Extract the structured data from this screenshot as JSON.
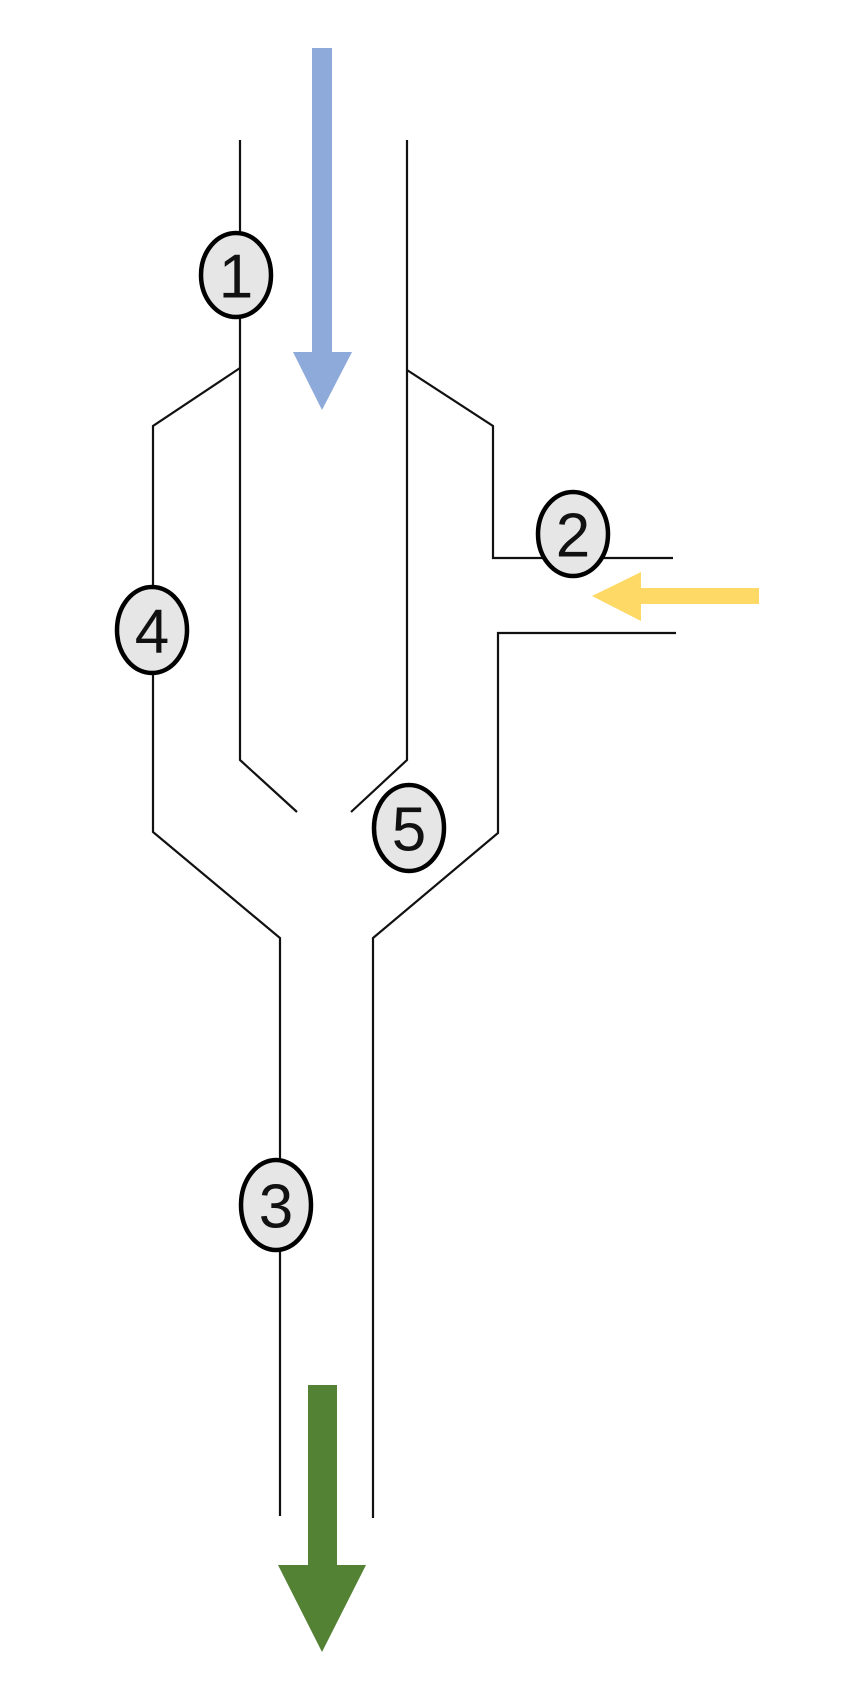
{
  "diagram": {
    "markers": [
      {
        "id": "1",
        "label": "1"
      },
      {
        "id": "2",
        "label": "2"
      },
      {
        "id": "3",
        "label": "3"
      },
      {
        "id": "4",
        "label": "4"
      },
      {
        "id": "5",
        "label": "5"
      }
    ],
    "arrows": [
      {
        "id": "inlet-top",
        "direction": "down",
        "color": "#8eaadb"
      },
      {
        "id": "inlet-side",
        "direction": "left",
        "color": "#ffd966"
      },
      {
        "id": "outlet-bottom",
        "direction": "down",
        "color": "#548235"
      }
    ]
  }
}
